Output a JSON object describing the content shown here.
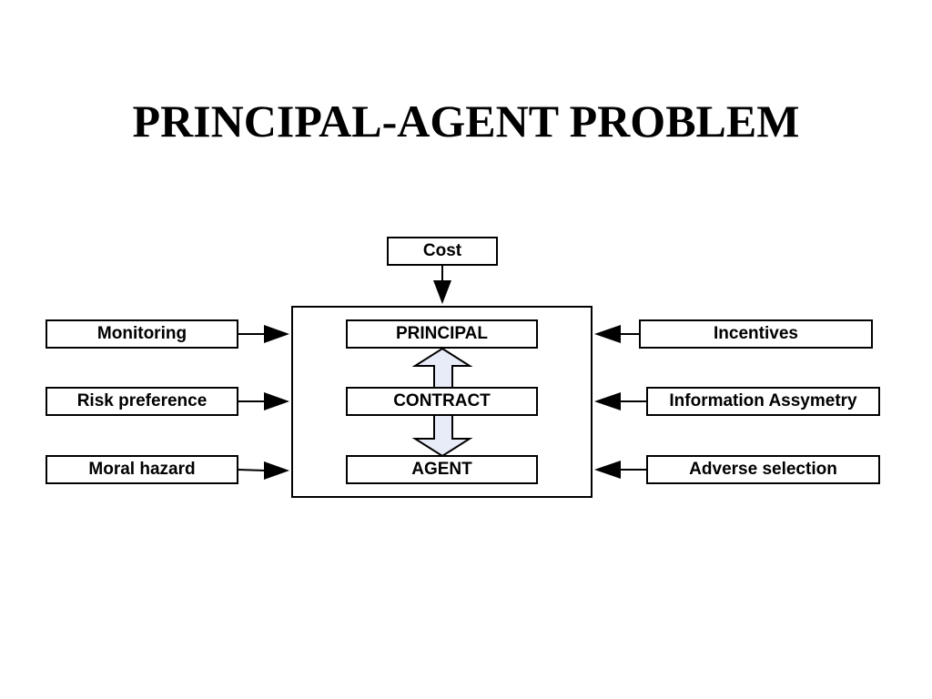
{
  "title": "PRINCIPAL-AGENT PROBLEM",
  "top_factor": "Cost",
  "left_factors": [
    "Monitoring",
    "Risk preference",
    "Moral hazard"
  ],
  "right_factors": [
    "Incentives",
    "Information Assymetry",
    "Adverse selection"
  ],
  "core": {
    "principal": "PRINCIPAL",
    "contract": "CONTRACT",
    "agent": "AGENT"
  },
  "colors": {
    "stroke": "#000000",
    "arrow_fill": "#e8ecf8",
    "background": "#ffffff"
  }
}
